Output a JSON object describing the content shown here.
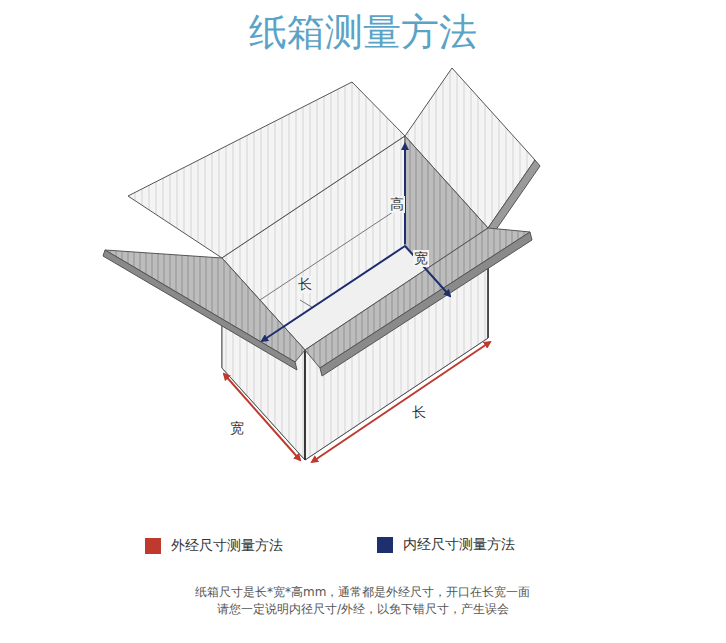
{
  "diagram": {
    "title": "纸箱测量方法",
    "labels": [
      "高",
      "宽",
      "长",
      "宽",
      "长",
      "纸箱尺寸是长*宽*高mm，通常都是外经尺寸，开口在长宽一面",
      "请您一定说明内径尺寸/外经，以免下错尺寸，产生误会"
    ],
    "legend": [
      {
        "text": "外经尺寸测量方法",
        "color": "#c0392f"
      },
      {
        "text": "内经尺寸测量方法",
        "color": "#1d2f6f"
      }
    ]
  }
}
